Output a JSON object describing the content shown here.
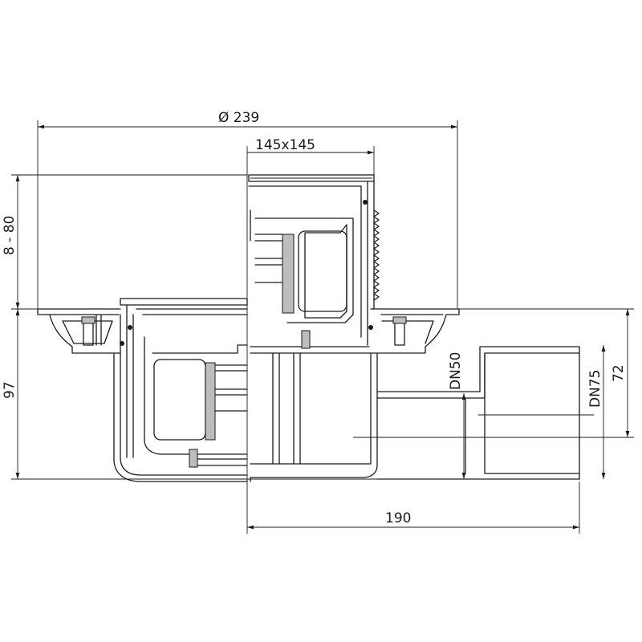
{
  "drawing": {
    "dimensions": {
      "diameter": "Ø 239",
      "grate": "145x145",
      "height_adjust": "8 - 80",
      "height_total": "97",
      "height_outlet": "72",
      "length_outlet": "190",
      "outlet_small": "DN50",
      "outlet_large": "DN75"
    }
  }
}
